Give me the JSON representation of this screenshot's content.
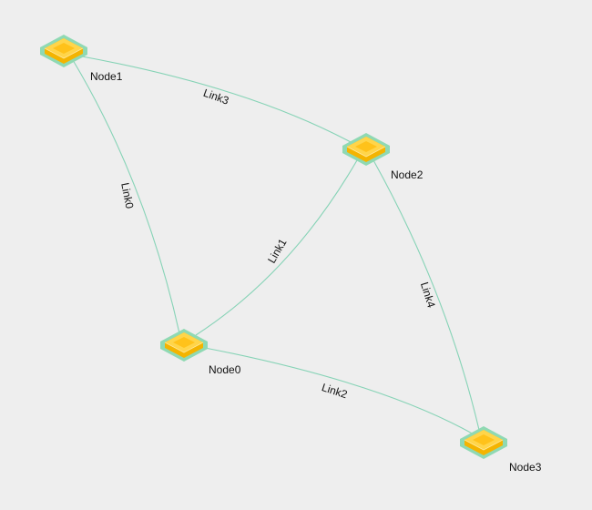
{
  "nodes": [
    {
      "id": "n0",
      "label": "Node0"
    },
    {
      "id": "n1",
      "label": "Node1"
    },
    {
      "id": "n2",
      "label": "Node2"
    },
    {
      "id": "n3",
      "label": "Node3"
    }
  ],
  "links": [
    {
      "id": "l0",
      "label": "Link0",
      "source": "n1",
      "target": "n0"
    },
    {
      "id": "l1",
      "label": "Link1",
      "source": "n0",
      "target": "n2"
    },
    {
      "id": "l2",
      "label": "Link2",
      "source": "n0",
      "target": "n3"
    },
    {
      "id": "l3",
      "label": "Link3",
      "source": "n1",
      "target": "n2"
    },
    {
      "id": "l4",
      "label": "Link4",
      "source": "n2",
      "target": "n3"
    }
  ],
  "colors": {
    "background": "#eeeeee",
    "link": "#86d3b6",
    "node_halo": "#8fd9b3",
    "node_body": "#f4b400",
    "node_top": "#ffd54a"
  },
  "icons": {
    "node": "network-switch-icon"
  }
}
